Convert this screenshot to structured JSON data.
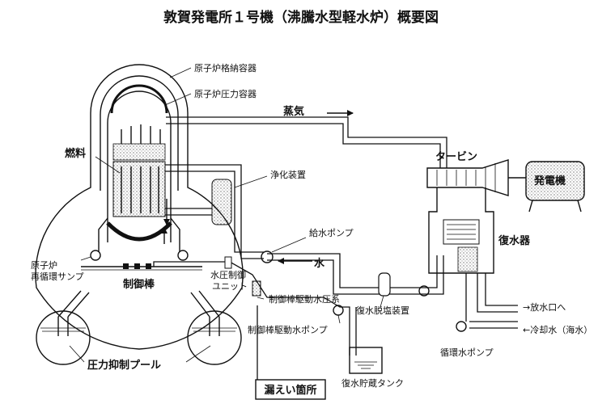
{
  "title": "敦賀発電所１号機（沸騰水型軽水炉）概要図",
  "labels": {
    "containment_vessel": "原子炉格納容器",
    "pressure_vessel": "原子炉圧力容器",
    "steam": "蒸気",
    "fuel": "燃料",
    "purification": "浄化装置",
    "turbine": "タービン",
    "generator": "発電機",
    "feedwater_pump": "給水ポンプ",
    "condenser": "復水器",
    "water": "水",
    "recirc_sump_line1": "原子炉",
    "recirc_sump_line2": "再循環サンプ",
    "control_rod": "制御棒",
    "hcu_line1": "水圧制御",
    "hcu_line2": "ユニット",
    "crd_hydraulic": "制御棒駆動水圧系",
    "demineralizer": "復水脱塩装置",
    "crd_pump": "制御棒駆動水ポンプ",
    "to_outlet": "→放水口へ",
    "cooling_water": "←冷却水（海水）",
    "circ_pump": "循環水ポンプ",
    "suppression_pool": "圧力抑制プール",
    "condensate_tank": "復水貯蔵タンク",
    "leak_location": "漏えい箇所"
  }
}
